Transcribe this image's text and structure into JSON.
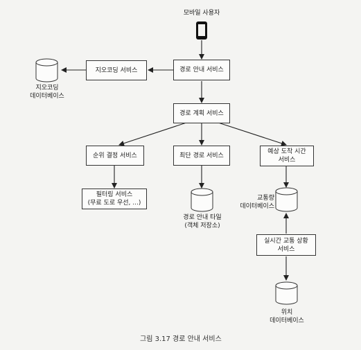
{
  "nodes": {
    "mobile_user": "모바일 사용자",
    "routing_service": "경로 안내 서비스",
    "geocoding_service": "지오코딩 서비스",
    "geocoding_db": "지오코딩\n데이터베이스",
    "route_planning_service": "경로 계획 서비스",
    "ranking_service": "순위 결정 서비스",
    "shortest_path_service": "최단 경로 서비스",
    "eta_service": "예상 도착 시간\n서비스",
    "filter_service": "필터링 서비스\n(무료 도로 우선, ...)",
    "routing_tiles": "경로 안내 타일\n(객체 저장소)",
    "traffic_db": "교통량\n데이터베이스",
    "realtime_traffic_service": "실시간 교통 상황\n서비스",
    "location_db": "위치\n데이터베이스"
  },
  "caption": "그림 3.17 경로 안내 서비스"
}
